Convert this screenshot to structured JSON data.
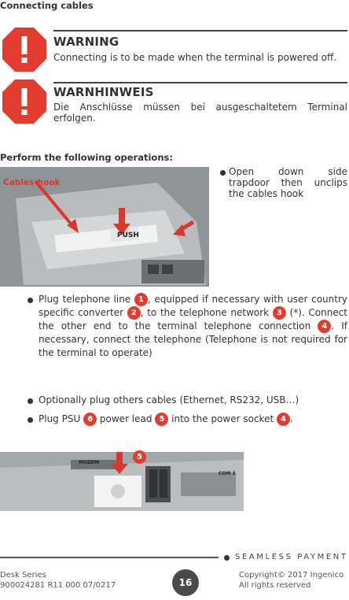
{
  "section_title": "Connecting cables",
  "warnings": [
    {
      "title": "WARNING",
      "text": "Connecting is to be made when the terminal is powered off."
    },
    {
      "title": "WARNHINWEIS",
      "text": "Die Anschlüsse müssen bei ausgeschaltetem Terminal erfolgen."
    }
  ],
  "operations_title": "Perform the following operations:",
  "step1_text": "Open down side trapdoor then unclips the cables hook",
  "photo1": {
    "label": "Cables-hook",
    "push_label": "PUSH"
  },
  "step2": {
    "part_a": "Plug telephone line",
    "part_b": ", equipped if necessary with user country specific converter",
    "part_c": ", to the telephone network",
    "part_d": "(*). Connect the other end to the terminal telephone connection",
    "part_e": ". If necessary, connect the telephone (Telephone is not required for the terminal to operate)"
  },
  "step3_text": "Optionally plug others cables (Ethernet, RS232, USB…)",
  "step4": {
    "part_a": "Plug PSU",
    "part_b": "power lead",
    "part_c": "into the power socket",
    "part_d": "."
  },
  "badges": {
    "b1": "1",
    "b2": "2",
    "b3": "3",
    "b4": "4",
    "b5": "5",
    "b6": "6"
  },
  "photo2": {
    "label_a": "MODEM",
    "label_b": "COM 1"
  },
  "footer": {
    "brand": "SEAMLESS PAYMENT",
    "series": "Desk Series",
    "doc_code": "900024281 R11 000 07/0217",
    "page": "16",
    "copyright": "Copyright© 2017 Ingenico",
    "rights": "All rights reserved"
  },
  "colors": {
    "accent_red": "#e23b2f",
    "text": "#333333"
  }
}
